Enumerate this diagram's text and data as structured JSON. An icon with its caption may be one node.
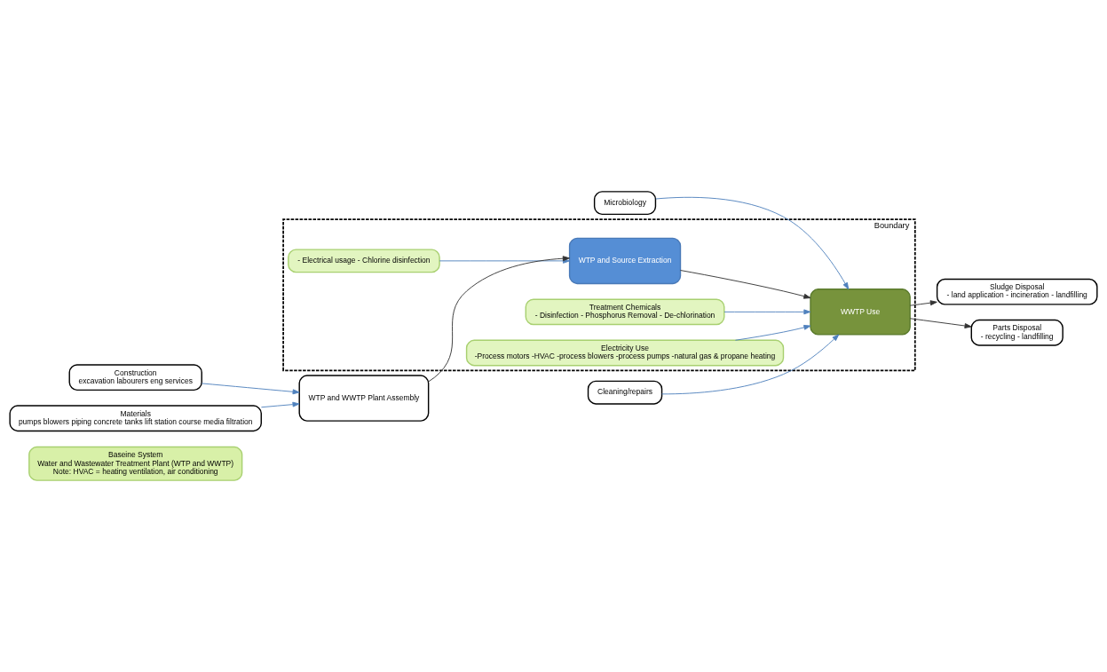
{
  "diagram": {
    "nodes": [
      {
        "text": [
          "Baseine System",
          "Water and Wastewater Treatment Plant (WTP and WWTP)",
          "Note: HVAC = heating ventilation, air conditioning"
        ]
      },
      {
        "text": [
          "Boundary"
        ]
      },
      {
        "text": [
          "WTP and WWTP Plant Assembly"
        ]
      },
      {
        "text": [
          "WTP and Source Extraction"
        ],
        "in": 1
      },
      {
        "text": [
          "WWTP Use"
        ],
        "in": 1
      },
      {
        "text": [
          "Sludge Disposal",
          "- land application - incineration - landfilling"
        ]
      },
      {
        "text": [
          "Parts Disposal",
          "- recycling - landfilling"
        ]
      },
      {
        "text": [
          "Construction",
          "excavation labourers eng services"
        ]
      },
      {
        "text": [
          "Materials",
          "pumps blowers piping concrete tanks lift station course media filtration"
        ]
      },
      {
        "text": [
          "- Electrical usage - Chlorine disinfection"
        ],
        "in": 1
      },
      {
        "text": [
          "Treatment Chemicals",
          "- Disinfection - Phosphorus Removal - De-chlorination"
        ],
        "in": 1
      },
      {
        "text": [
          "Electricity Use",
          "-Process motors -HVAC -process blowers -process pumps -natural gas & propane heating"
        ],
        "in": 1
      },
      {
        "text": [
          "Microbiology"
        ]
      },
      {
        "text": [
          "Cleaning/repairs"
        ]
      }
    ],
    "edges": [
      {
        "from": 2,
        "to": 3,
        "arrow": "to",
        "color": "#333333"
      },
      {
        "from": 3,
        "to": 4,
        "arrow": "to",
        "color": "#333333"
      },
      {
        "from": 4,
        "to": 5,
        "arrow": "to",
        "color": "#333333"
      },
      {
        "from": 4,
        "to": 6,
        "arrow": "to",
        "color": "#333333"
      },
      {
        "from": 7,
        "to": 2,
        "arrow": "to"
      },
      {
        "from": 8,
        "to": 2,
        "arrow": "to"
      },
      {
        "from": 9,
        "to": 3,
        "arrow": "to"
      },
      {
        "from": 10,
        "to": 4,
        "arrow": "to"
      },
      {
        "from": 11,
        "to": 4,
        "arrow": "to"
      },
      {
        "from": 12,
        "to": 4,
        "arrow": "to"
      },
      {
        "from": 13,
        "to": 4,
        "arrow": "to"
      }
    ]
  }
}
